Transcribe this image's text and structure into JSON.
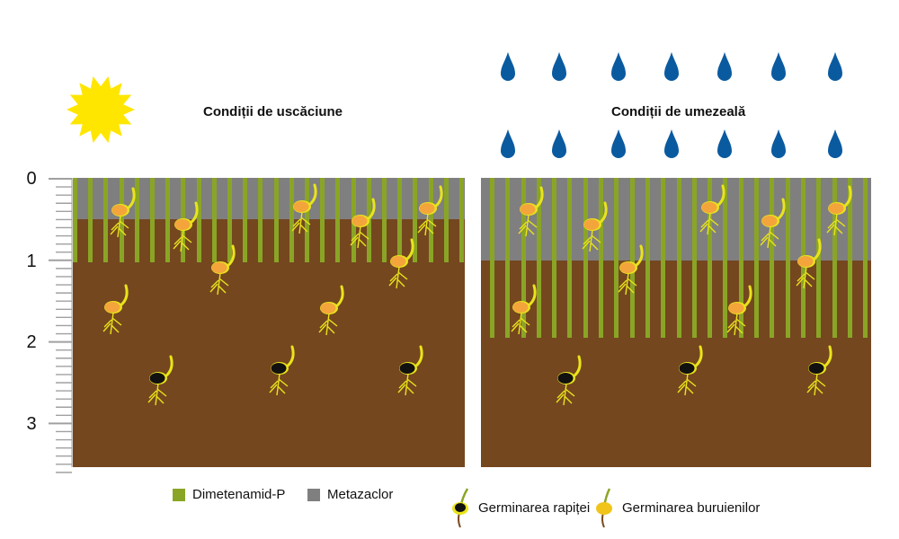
{
  "titles": {
    "dry": "Condiții de uscăciune",
    "wet": "Condiții de umezeală"
  },
  "depth_labels": [
    "0",
    "1",
    "2",
    "3"
  ],
  "legend": {
    "dimethenamid": "Dimetenamid-P",
    "metazachlor": "Metazaclor",
    "rapeseed": "Germinarea rapiței",
    "weeds": "Germinarea buruienilor"
  },
  "colors": {
    "soil": "#74471f",
    "metazachlor": "#7f7f7f",
    "dimethenamid": "#8aa526",
    "weed_seed": "#f3a53b",
    "rapeseed_seed": "#111111",
    "sprout": "#e9e41a",
    "raindrop": "#0a5aa0",
    "sun": "#ffe600"
  },
  "icons": {
    "sun": "sun-icon",
    "raindrop": "raindrop-icon",
    "weed_seedling": "weed-seedling-icon",
    "rapeseed_seedling": "rapeseed-seedling-icon"
  }
}
